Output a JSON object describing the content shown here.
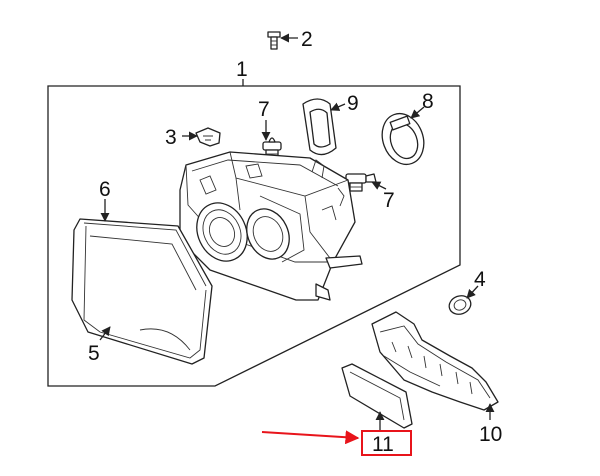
{
  "callouts": {
    "c1": "1",
    "c2": "2",
    "c3": "3",
    "c4": "4",
    "c5": "5",
    "c6": "6",
    "c7a": "7",
    "c7b": "7",
    "c8": "8",
    "c9": "9",
    "c10": "10",
    "c11": "11"
  },
  "colors": {
    "line": "#222222",
    "highlight": "#e8141b"
  }
}
